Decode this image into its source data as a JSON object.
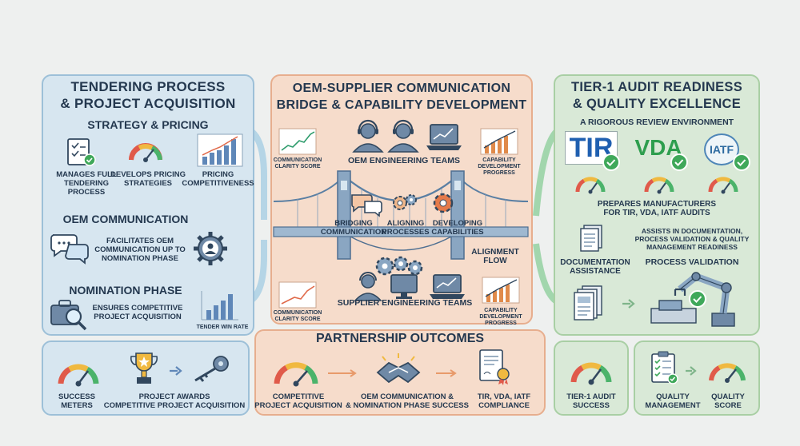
{
  "left": {
    "title": "TENDERING PROCESS\n& PROJECT ACQUISITION",
    "strategy": {
      "heading": "STRATEGY & PRICING",
      "items": [
        "MANAGES FULL\nTENDERING PROCESS",
        "DEVELOPS PRICING\nSTRATEGIES",
        "PRICING\nCOMPETITIVENESS"
      ]
    },
    "oem": {
      "heading": "OEM COMMUNICATION",
      "text": "FACILITATES OEM\nCOMMUNICATION UP TO\nNOMINATION PHASE"
    },
    "nomination": {
      "heading": "NOMINATION PHASE",
      "text": "ENSURES COMPETITIVE\nPROJECT ACQUISITION",
      "chart_label": "TENDER WIN RATE"
    }
  },
  "center": {
    "title": "OEM-SUPPLIER COMMUNICATION\nBRIDGE & CAPABILITY DEVELOPMENT",
    "oem_teams": "OEM ENGINEERING TEAMS",
    "supplier_teams": "SUPPLIER ENGINEERING TEAMS",
    "clarity_top": "COMMUNICATION\nCLARITY SCORE",
    "clarity_bottom": "COMMUNICATION\nCLARITY SCORE",
    "progress_top": "CAPABILITY\nDEVELOPMENT\nPROGRESS",
    "progress_bottom": "CAPABILITY DEVELOPMENT\nPROGRESS",
    "steps": [
      "BRIDGING\nCOMMUNICATION",
      "ALIGNING\nPROCESSES",
      "DEVELOPING\nCAPABILITIES"
    ],
    "alignment": "ALIGNMENT\nFLOW"
  },
  "right": {
    "title": "TIER-1 AUDIT READINESS\n& QUALITY EXCELLENCE",
    "subtitle": "A RIGOROUS REVIEW ENVIRONMENT",
    "logos": [
      "TIR",
      "VDA",
      "IATF"
    ],
    "prepares": "PREPARES MANUFACTURERS\nFOR TIR, VDA, IATF AUDITS",
    "assists": "ASSISTS IN DOCUMENTATION,\nPROCESS VALIDATION & QUALITY\nMANAGEMENT READINESS",
    "doc_assist": "DOCUMENTATION\nASSISTANCE",
    "process_validation": "PROCESS VALIDATION"
  },
  "bottom": {
    "success_meters": "SUCCESS\nMETERS",
    "project_awards": "PROJECT AWARDS\nCOMPETITIVE PROJECT ACQUISITION",
    "outcomes_title": "PARTNERSHIP OUTCOMES",
    "competitive": "COMPETITIVE\nPROJECT ACQUISITION",
    "oem_success": "OEM COMMUNICATION &\n& NOMINATION PHASE SUCCESS",
    "compliance": "TIR, VDA, IATF\nCOMPLIANCE",
    "audit_success": "TIER-1 AUDIT\nSUCCESS",
    "quality_mgmt": "QUALITY\nMANAGEMENT",
    "quality_score": "QUALITY\nSCORE"
  },
  "colors": {
    "blue": "#d7e6f0",
    "orange": "#f6dccb",
    "green": "#d9e9d7",
    "navy": "#24384f",
    "check": "#3fa85a"
  }
}
